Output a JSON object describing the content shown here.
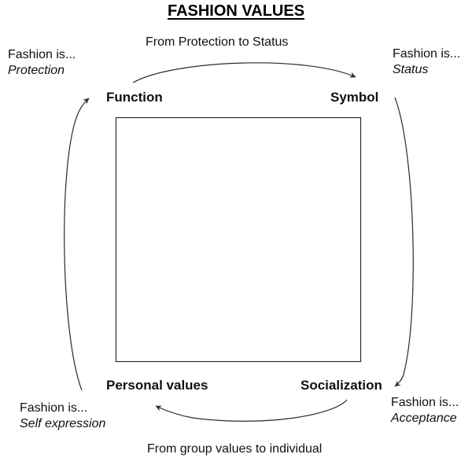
{
  "title": "FASHION VALUES",
  "captions": {
    "top": "From Protection to Status",
    "bottom": "From group values to individual"
  },
  "corners": {
    "top_left": {
      "label": "Function",
      "note_intro": "Fashion is...",
      "note_value": "Protection"
    },
    "top_right": {
      "label": "Symbol",
      "note_intro": "Fashion is...",
      "note_value": "Status"
    },
    "bottom_left": {
      "label": "Personal values",
      "note_intro": "Fashion is...",
      "note_value": "Self expression"
    },
    "bottom_right": {
      "label": "Socialization",
      "note_intro": "Fashion is...",
      "note_value": "Acceptance"
    }
  },
  "colors": {
    "background": "#ffffff",
    "text": "#111111",
    "line": "#2b2b2b"
  }
}
